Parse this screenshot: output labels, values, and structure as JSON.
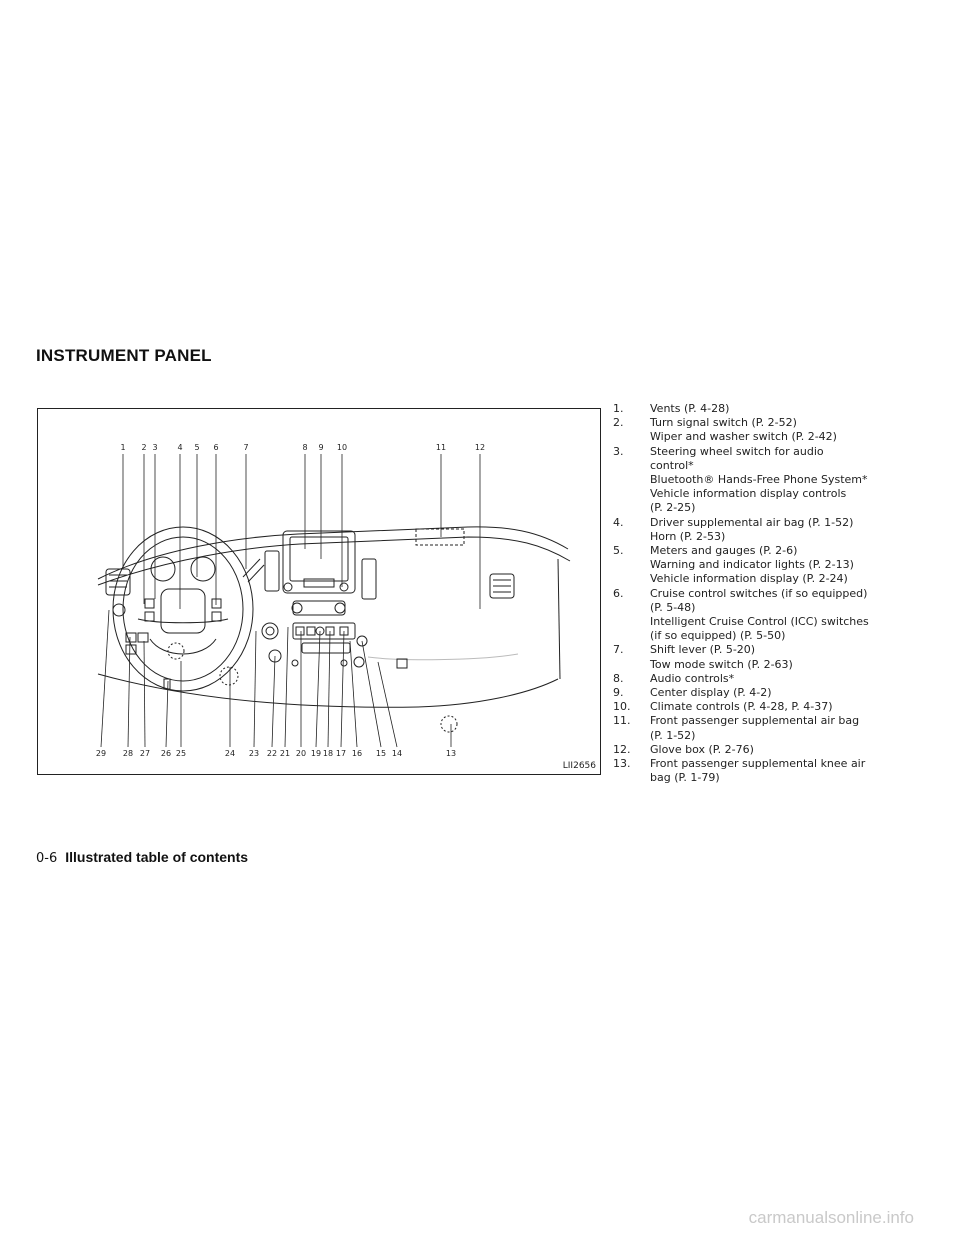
{
  "section_title": "INSTRUMENT PANEL",
  "figure": {
    "code": "LII2656",
    "top_callouts": [
      "1",
      "2",
      "3",
      "4",
      "5",
      "6",
      "7",
      "8",
      "9",
      "10",
      "11",
      "12"
    ],
    "bottom_callouts": [
      "29",
      "28",
      "27",
      "26",
      "25",
      "24",
      "23",
      "22",
      "21",
      "20",
      "19",
      "18",
      "17",
      "16",
      "15",
      "14",
      "13"
    ]
  },
  "items": [
    {
      "num": "1.",
      "lines": [
        "Vents (P. 4-28)"
      ]
    },
    {
      "num": "2.",
      "lines": [
        "Turn signal switch (P. 2-52)",
        "Wiper and washer switch (P. 2-42)"
      ]
    },
    {
      "num": "3.",
      "lines": [
        "Steering wheel switch for audio",
        "control*",
        "Bluetooth® Hands-Free Phone System*",
        "Vehicle information display controls",
        "(P. 2-25)"
      ]
    },
    {
      "num": "4.",
      "lines": [
        "Driver supplemental air bag (P. 1-52)",
        "Horn (P. 2-53)"
      ]
    },
    {
      "num": "5.",
      "lines": [
        "Meters and gauges (P. 2-6)",
        "Warning and indicator lights (P. 2-13)",
        "Vehicle information display (P. 2-24)"
      ]
    },
    {
      "num": "6.",
      "lines": [
        "Cruise control switches (if so equipped)",
        "(P. 5-48)",
        "Intelligent Cruise Control (ICC) switches",
        "(if so equipped) (P. 5-50)"
      ]
    },
    {
      "num": "7.",
      "lines": [
        "Shift lever (P. 5-20)",
        "Tow mode switch (P. 2-63)"
      ]
    },
    {
      "num": "8.",
      "lines": [
        "Audio controls*"
      ]
    },
    {
      "num": "9.",
      "lines": [
        "Center display (P. 4-2)"
      ]
    },
    {
      "num": "10.",
      "lines": [
        "Climate controls (P. 4-28, P. 4-37)"
      ]
    },
    {
      "num": "11.",
      "lines": [
        "Front passenger supplemental air bag",
        "(P. 1-52)"
      ]
    },
    {
      "num": "12.",
      "lines": [
        "Glove box (P. 2-76)"
      ]
    },
    {
      "num": "13.",
      "lines": [
        "Front passenger supplemental knee air",
        "bag (P. 1-79)"
      ]
    }
  ],
  "footer": {
    "page_number": "0-6",
    "title": "Illustrated table of contents"
  },
  "watermark": "carmanualsonline.info"
}
